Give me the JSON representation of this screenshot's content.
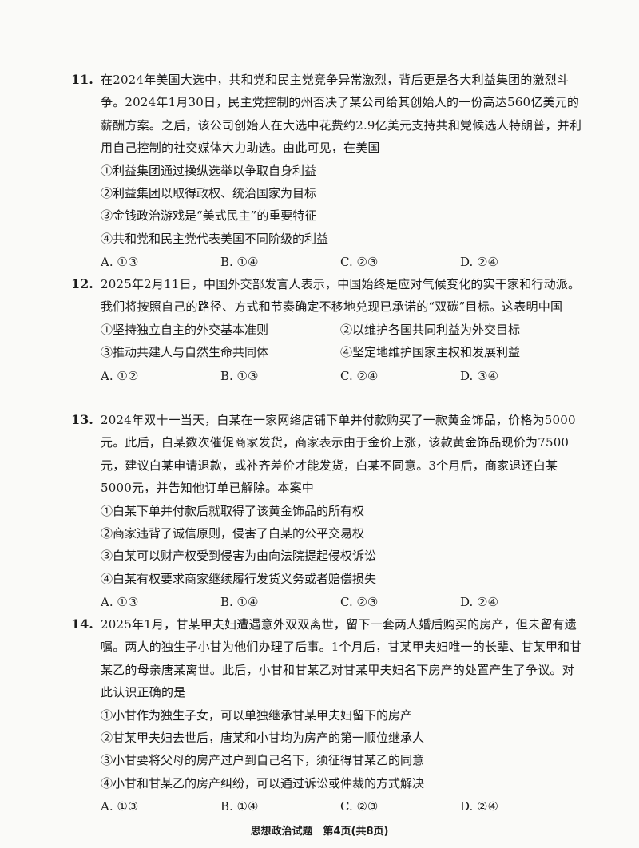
{
  "questions": [
    {
      "number": "11.",
      "stem": "在2024年美国大选中，共和党和民主党竞争异常激烈，背后更是各大利益集团的激烈斗争。2024年1月30日，民主党控制的州否决了某公司给其创始人的一份高达560亿美元的薪酬方案。之后，该公司创始人在大选中花费约2.9亿美元支持共和党候选人特朗普，并利用自己控制的社交媒体大力助选。由此可见，在美国",
      "options": [
        "①利益集团通过操纵选举以争取自身利益",
        "②利益集团以取得政权、统治国家为目标",
        "③金钱政治游戏是“美式民主”的重要特征",
        "④共和党和民主党代表美国不同阶级的利益"
      ],
      "answers": [
        "A. ①③",
        "B. ①④",
        "C. ②③",
        "D. ②④"
      ]
    },
    {
      "number": "12.",
      "stem": "2025年2月11日，中国外交部发言人表示，中国始终是应对气候变化的实干家和行动派。我们将按照自己的路径、方式和节奏确定不移地兑现已承诺的“双碳”目标。这表明中国",
      "options": [
        "①坚持独立自主的外交基本准则",
        "②以维护各国共同利益为外交目标",
        "③推动共建人与自然生命共同体",
        "④坚定地维护国家主权和发展利益"
      ],
      "answers": [
        "A. ①②",
        "B. ①③",
        "C. ②④",
        "D. ③④"
      ]
    },
    {
      "number": "13.",
      "stem": "2024年双十一当天，白某在一家网络店铺下单并付款购买了一款黄金饰品，价格为5000元。此后，白某数次催促商家发货，商家表示由于金价上涨，该款黄金饰品现价为7500元，建议白某申请退款，或补齐差价才能发货，白某不同意。3个月后，商家退还白某5000元，并告知他订单已解除。本案中",
      "options": [
        "①白某下单并付款后就取得了该黄金饰品的所有权",
        "②商家违背了诚信原则，侵害了白某的公平交易权",
        "③白某可以财产权受到侵害为由向法院提起侵权诉讼",
        "④白某有权要求商家继续履行发货义务或者赔偿损失"
      ],
      "answers": [
        "A. ①③",
        "B. ①④",
        "C. ②③",
        "D. ②④"
      ]
    },
    {
      "number": "14.",
      "stem": "2025年1月，甘某甲夫妇遭遇意外双双离世，留下一套两人婚后购买的房产，但未留有遗嘱。两人的独生子小甘为他们办理了后事。1个月后，甘某甲夫妇唯一的长辈、甘某甲和甘某乙的母亲唐某离世。此后，小甘和甘某乙对甘某甲夫妇名下房产的处置产生了争议。对此认识正确的是",
      "options": [
        "①小甘作为独生子女，可以单独继承甘某甲夫妇留下的房产",
        "②甘某甲夫妇去世后，唐某和小甘均为房产的第一顺位继承人",
        "③小甘要将父母的房产过户到自己名下，须征得甘某乙的同意",
        "④小甘和甘某乙的房产纠纷，可以通过诉讼或仲裁的方式解决"
      ],
      "answers": [
        "A. ①③",
        "B. ①④",
        "C. ②③",
        "D. ②④"
      ]
    }
  ],
  "footer": "思想政治试题　第4页(共8页)"
}
